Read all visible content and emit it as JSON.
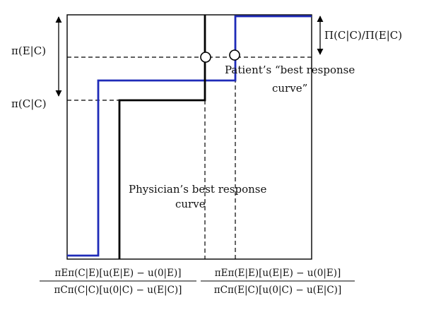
{
  "colors": {
    "frame": "#000000",
    "physician_curve": "#000000",
    "patient_curve": "#1f2bb8",
    "dashed": "#000000"
  },
  "labels": {
    "pi_E_given_C": "π(E|C)",
    "pi_C_given_C": "π(C|C)",
    "ratio_top_right": "Π(C|C)/Π(E|C)",
    "patient_curve_line1": "Patient’s “best response",
    "patient_curve_line2": "curve”",
    "physician_curve_line1": "Physician’s best response",
    "physician_curve_line2": "curve"
  },
  "axis_fractions": {
    "left": {
      "numerator": "πEπ(C|E)[u(E|E) − u(0|E)]",
      "denominator": "πCπ(C|C)[u(0|C) − u(E|C)]"
    },
    "right": {
      "numerator": "πEπ(E|E)[u(E|E) − u(0|E)]",
      "denominator": "πCπ(E|C)[u(0|C) − u(E|C)]"
    }
  },
  "icons": {
    "equilibrium_markers": "open-circle",
    "ranges": "double-headed-arrow"
  }
}
